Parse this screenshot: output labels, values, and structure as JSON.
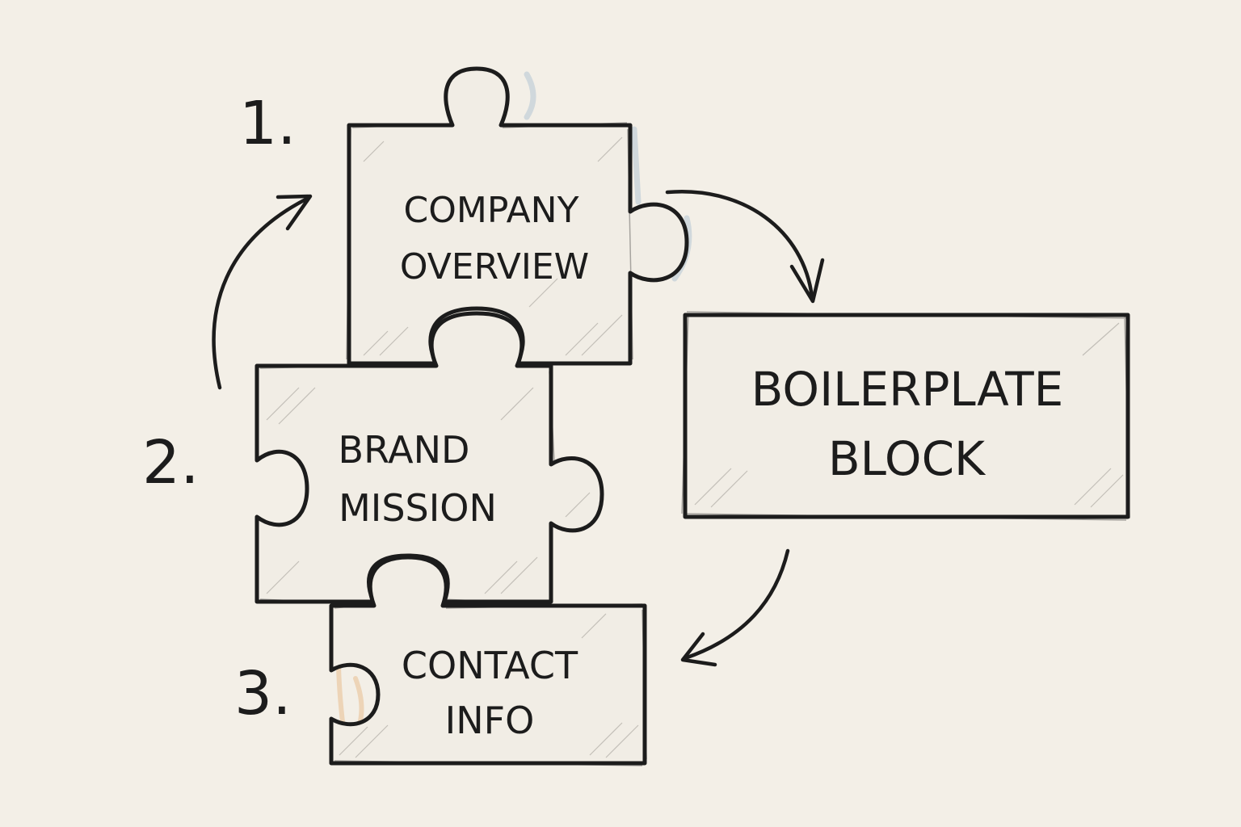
{
  "steps": [
    {
      "number": "1.",
      "lines": [
        "COMPANY",
        "OVERVIEW"
      ]
    },
    {
      "number": "2.",
      "lines": [
        "BRAND",
        "MISSION"
      ]
    },
    {
      "number": "3.",
      "lines": [
        "CONTACT",
        "INFO"
      ]
    }
  ],
  "output": {
    "lines": [
      "BOILERPLATE",
      "BLOCK"
    ]
  },
  "colors": {
    "background": "#f3efe7",
    "ink": "#1c1c1c"
  }
}
